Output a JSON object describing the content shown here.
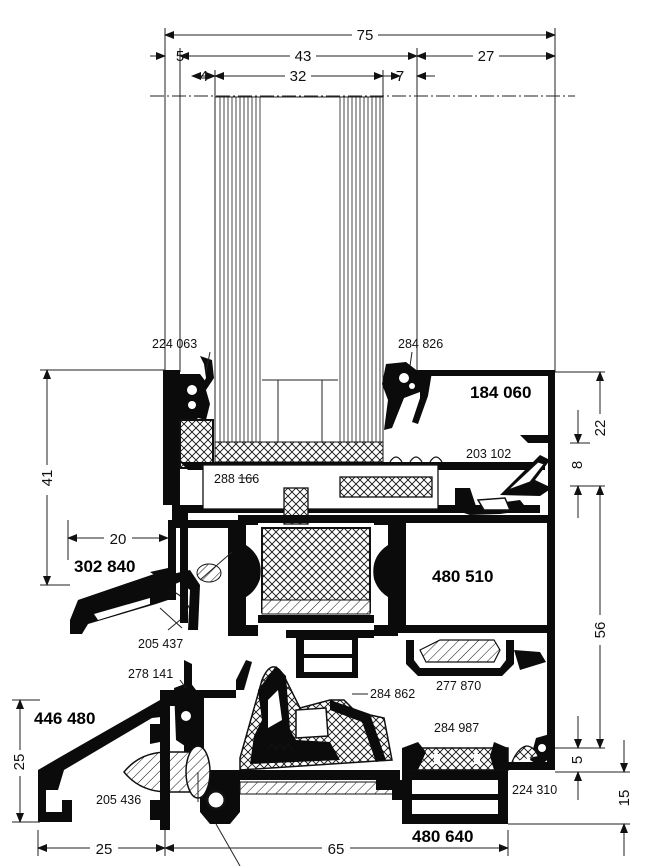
{
  "dimensions": {
    "top_total": "75",
    "top_left_5": "5",
    "top_43": "43",
    "top_27": "27",
    "top_4": "4",
    "top_32": "32",
    "top_7": "7",
    "left_41": "41",
    "left_20": "20",
    "left_25_v": "25",
    "bottom_25": "25",
    "bottom_65": "65",
    "right_22": "22",
    "right_8": "8",
    "right_56": "56",
    "right_5": "5",
    "right_15": "15"
  },
  "parts": {
    "p224063": "224 063",
    "p284826": "284 826",
    "p184060": "184 060",
    "p203102": "203 102",
    "p288166": "288 166",
    "p302840": "302 840",
    "p480510": "480 510",
    "p205437": "205 437",
    "p278141": "278 141",
    "p284862": "284 862",
    "p277870": "277 870",
    "p446480": "446 480",
    "p284987": "284 987",
    "p205436": "205 436",
    "p224310": "224 310",
    "p480640": "480 640"
  }
}
